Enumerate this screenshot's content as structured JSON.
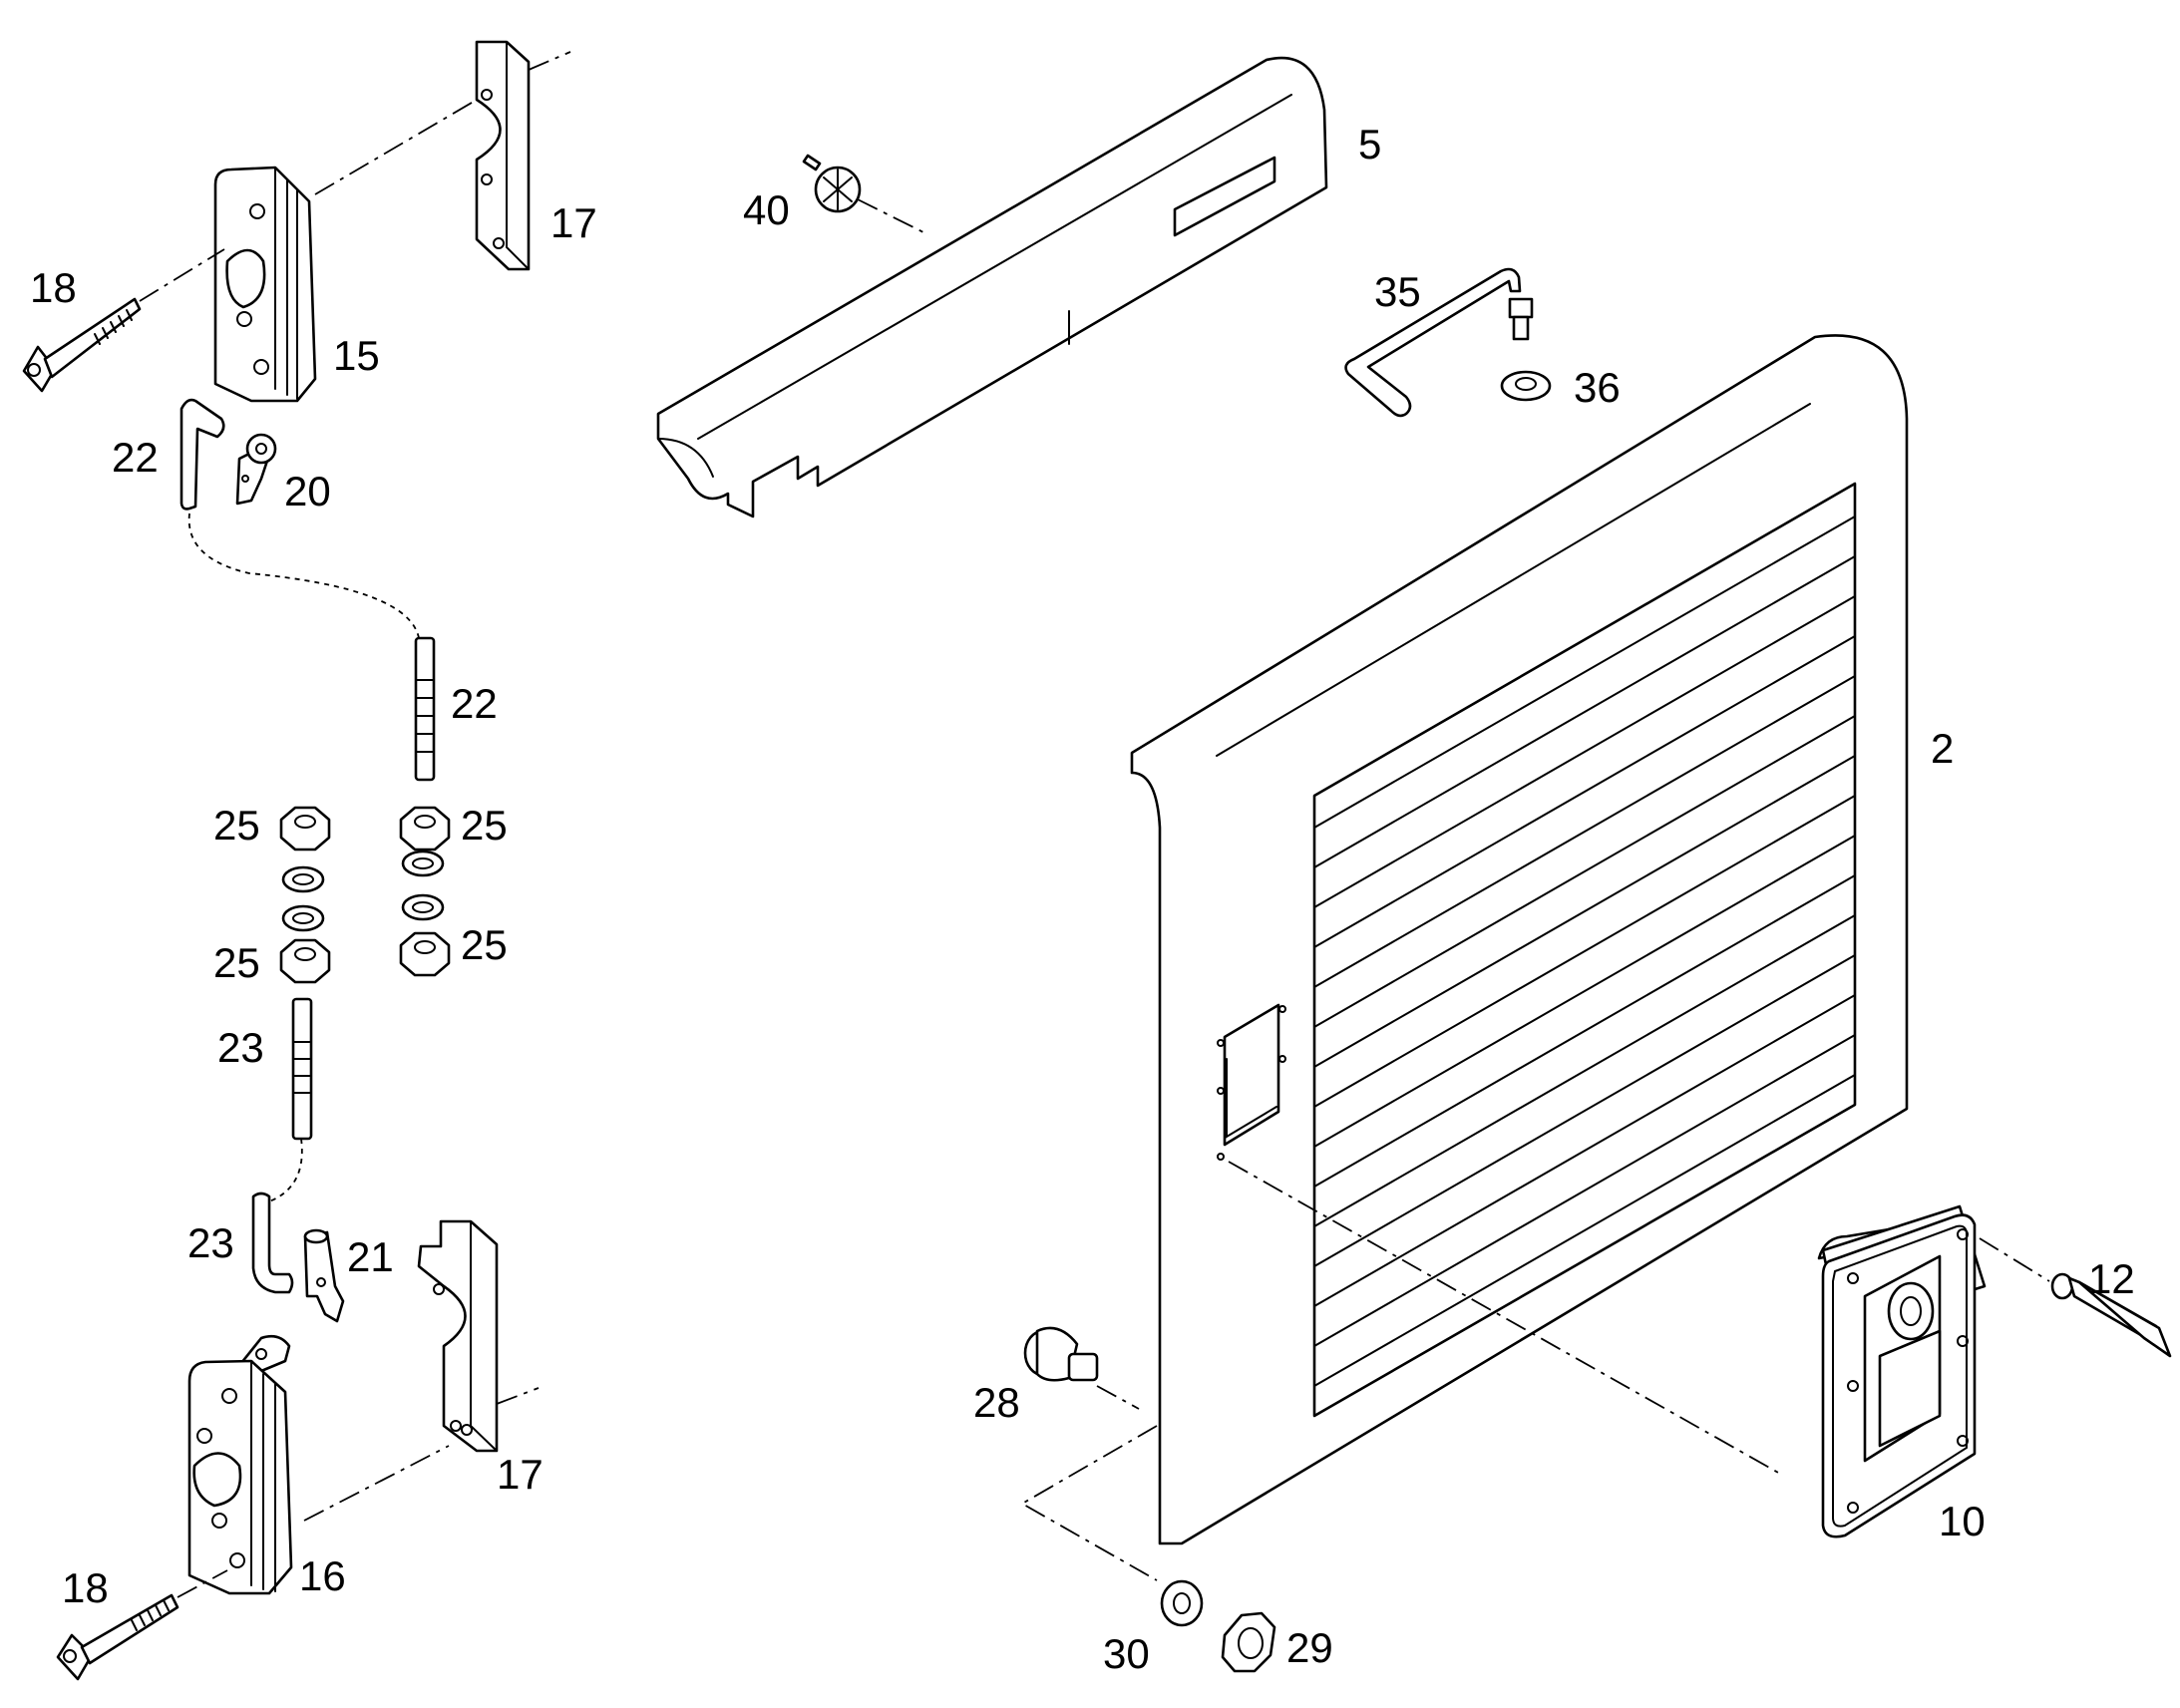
{
  "diagram": {
    "type": "exploded-parts-diagram",
    "callouts": [
      "5",
      "40",
      "17",
      "18",
      "15",
      "22",
      "20",
      "35",
      "36",
      "2",
      "22",
      "25",
      "25",
      "25",
      "25",
      "23",
      "23",
      "21",
      "12",
      "28",
      "17",
      "10",
      "18",
      "16",
      "30",
      "29"
    ]
  }
}
